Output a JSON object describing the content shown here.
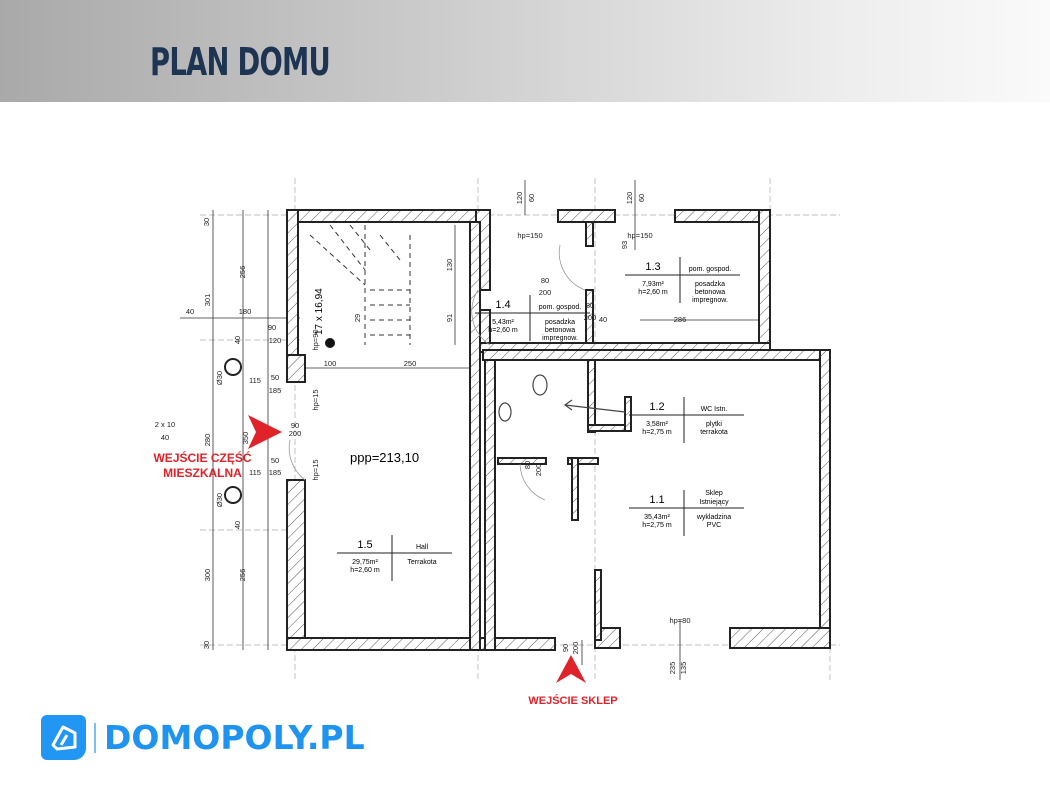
{
  "header": {
    "title": "PLAN DOMU"
  },
  "rooms": [
    {
      "number": "1.1",
      "name": "Sklep\nIstniejący",
      "area": "35,43m²",
      "height": "h=2,75 m",
      "floor": "wykladzina\nPVC"
    },
    {
      "number": "1.2",
      "name": "WC Istn.",
      "area": "3,58m²",
      "height": "h=2,75 m",
      "floor": "plytki\nterrakota"
    },
    {
      "number": "1.3",
      "name": "pom. gospod.",
      "area": "7,93m²",
      "height": "h=2,60 m",
      "floor": "posadzka\nbetonowa\nimpregnow."
    },
    {
      "number": "1.4",
      "name": "pom. gospod.",
      "area": "5,43m²",
      "height": "h=2,60 m",
      "floor": "posadzka\nbetonowa\nimpregnow."
    },
    {
      "number": "1.5",
      "name": "Hall",
      "area": "29,75m²",
      "height": "h=2,60 m",
      "floor": "Terrakota"
    }
  ],
  "ppp_label": "ppp=213,10",
  "stairs_label": "17 x 16,94",
  "dimensions": [
    "120",
    "60",
    "hp=150",
    "120",
    "60",
    "hp=150",
    "130",
    "91",
    "80",
    "200",
    "93",
    "80",
    "200",
    "40",
    "286",
    "29",
    "hp=90",
    "100",
    "250",
    "90",
    "120",
    "180",
    "40",
    "301",
    "256",
    "30",
    "40",
    "115",
    "50",
    "185",
    "hp=15",
    "2 x 10",
    "40",
    "280",
    "350",
    "90",
    "200",
    "50",
    "185",
    "115",
    "hp=15",
    "40",
    "300",
    "256",
    "30",
    "80",
    "200",
    "90",
    "200",
    "hp=80",
    "235",
    "135",
    "Ø30",
    "Ø30"
  ],
  "entrances": {
    "residential": "WEJŚCIE CZĘŚĆ\nMIESZKALNA",
    "shop": "WEJŚCIE SKLEP"
  },
  "logo": {
    "text": "DOMOPOLY.PL"
  },
  "colors": {
    "accent": "#e0232a",
    "brand": "#2196f3",
    "title": "#1d3553"
  }
}
